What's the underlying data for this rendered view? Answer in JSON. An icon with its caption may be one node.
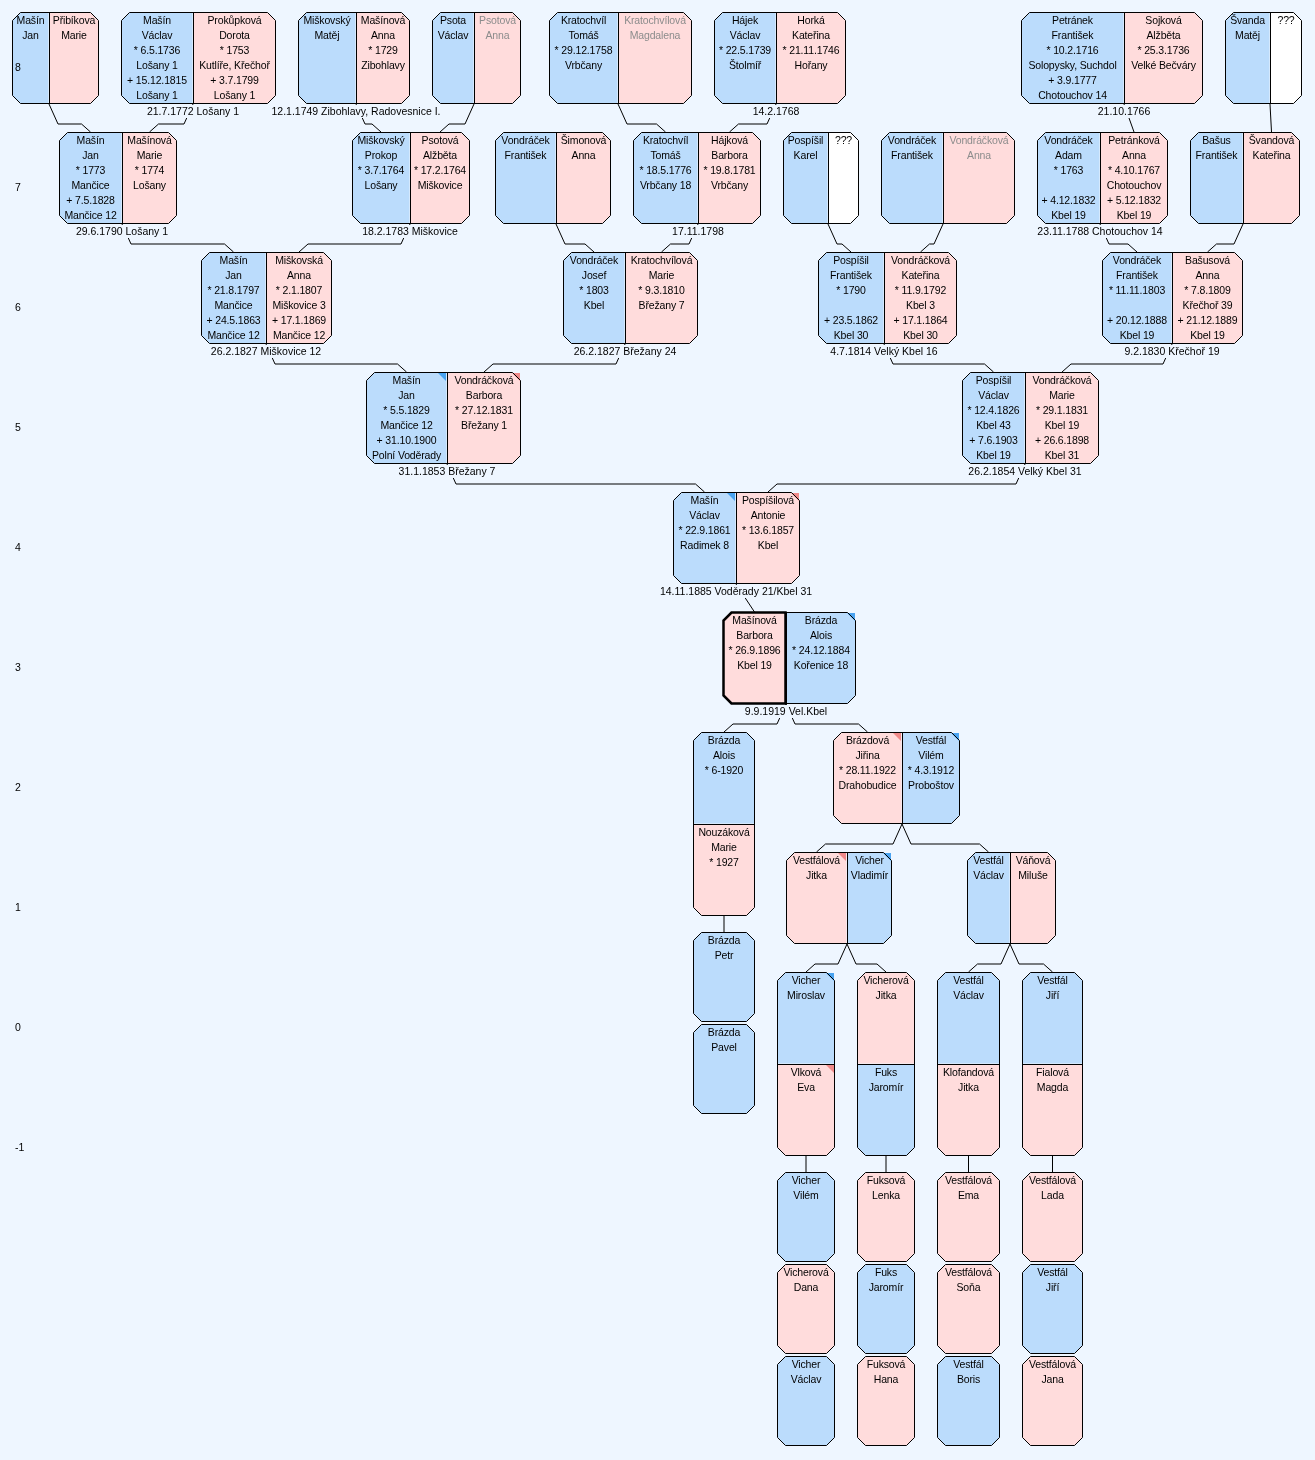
{
  "diagram": {
    "nodes": [
      {
        "text": [],
        "shape": "box"
      },
      {
        "text": [
          "Mašín Jan"
        ],
        "in": 0
      },
      {
        "text": [
          "Přibíkova Marie"
        ],
        "in": 0
      },
      {
        "text": [],
        "shape": "box",
        "beside": [
          "21.7.1772 Lošany 1"
        ]
      },
      {
        "text": [
          "Mašín Václav",
          "* 6.5.1736",
          "Lošany 1",
          "+ 15.12.1815",
          "Lošany 1"
        ],
        "in": 3
      },
      {
        "text": [
          "Prokůpková Dorota",
          "* 1753",
          "Kutlíře, Křečhoř",
          "+ 3.7.1799",
          "Lošany 1"
        ],
        "in": 3
      },
      {
        "text": [],
        "shape": "box",
        "beside": [
          "12.1.1749 Zibohlavy, Radovesnice I."
        ]
      },
      {
        "text": [
          "Miškovský Matěj"
        ],
        "in": 6
      },
      {
        "text": [
          "Mašínová Anna",
          "* 1729",
          "Zibohlavy"
        ],
        "in": 6
      },
      {
        "text": [],
        "shape": "box"
      },
      {
        "text": [
          "Psota Václav"
        ],
        "in": 9
      },
      {
        "text": [
          "Psotová Anna"
        ],
        "in": 9
      },
      {
        "text": [],
        "shape": "box"
      },
      {
        "text": [
          "Kratochvíl Tomáš",
          "* 29.12.1758",
          "Vrbčany"
        ],
        "in": 12
      },
      {
        "text": [
          "Kratochvílová Magdalena"
        ],
        "in": 12
      },
      {
        "text": [],
        "shape": "box",
        "beside": [
          "14.2.1768"
        ]
      },
      {
        "text": [
          "Hájek Václav",
          "* 22.5.1739",
          "Štolmíř"
        ],
        "in": 15
      },
      {
        "text": [
          "Horká Kateřina",
          "* 21.11.1746",
          "Hořany"
        ],
        "in": 15
      },
      {
        "text": [],
        "shape": "box",
        "beside": [
          "21.10.1766"
        ]
      },
      {
        "text": [
          "Petránek František",
          "* 10.2.1716",
          "Solopysky, Suchdol",
          "+ 3.9.1777",
          "Chotouchov 14"
        ],
        "in": 18
      },
      {
        "text": [
          "Sojková Alžběta",
          "* 25.3.1736",
          "Velké Bečváry"
        ],
        "in": 18
      },
      {
        "text": [],
        "shape": "box"
      },
      {
        "text": [
          "Švanda Matěj"
        ],
        "in": 21
      },
      {
        "text": [
          "???"
        ],
        "in": 21
      },
      {
        "text": [],
        "shape": "box",
        "beside": [
          "29.6.1790 Lošany 1"
        ]
      },
      {
        "text": [
          "Mašín Jan",
          "* 1773",
          "Mančice",
          "+ 7.5.1828",
          "Mančice 12"
        ],
        "in": 24
      },
      {
        "text": [
          "Mašínová Marie",
          "* 1774",
          "Lošany"
        ],
        "in": 24
      },
      {
        "text": [],
        "shape": "box",
        "beside": [
          "18.2.1783 Miškovice"
        ]
      },
      {
        "text": [
          "Miškovský Prokop",
          "* 3.7.1764",
          "Lošany"
        ],
        "in": 27
      },
      {
        "text": [
          "Psotová Alžběta",
          "* 17.2.1764",
          "Miškovice"
        ],
        "in": 27
      },
      {
        "text": [],
        "shape": "box"
      },
      {
        "text": [
          "Vondráček František"
        ],
        "in": 30
      },
      {
        "text": [
          "Šimonová Anna"
        ],
        "in": 30
      },
      {
        "text": [],
        "shape": "box",
        "beside": [
          "17.11.1798"
        ]
      },
      {
        "text": [
          "Kratochvíl Tomáš",
          "* 18.5.1776",
          "Vrbčany 18"
        ],
        "in": 33
      },
      {
        "text": [
          "Hájková Barbora",
          "* 19.8.1781",
          "Vrbčany"
        ],
        "in": 33
      },
      {
        "text": [],
        "shape": "box"
      },
      {
        "text": [
          "Pospíšil Karel"
        ],
        "in": 36
      },
      {
        "text": [
          "???"
        ],
        "in": 36
      },
      {
        "text": [],
        "shape": "box"
      },
      {
        "text": [
          "Vondráček František"
        ],
        "in": 39
      },
      {
        "text": [
          "Vondráčková Anna"
        ],
        "in": 39
      },
      {
        "text": [],
        "shape": "box",
        "beside": [
          "23.11.1788 Chotouchov 14"
        ]
      },
      {
        "text": [
          "Vondráček Adam",
          "* 1763",
          "+ 4.12.1832",
          "Kbel 19"
        ],
        "in": 42
      },
      {
        "text": [
          "Petránková Anna",
          "* 4.10.1767",
          "Chotouchov",
          "+ 5.12.1832",
          "Kbel 19"
        ],
        "in": 42
      },
      {
        "text": [],
        "shape": "box"
      },
      {
        "text": [
          "Bašus František"
        ],
        "in": 45
      },
      {
        "text": [
          "Švandová Kateřina"
        ],
        "in": 45
      },
      {
        "text": [],
        "shape": "box",
        "beside": [
          "26.2.1827 Miškovice 12"
        ]
      },
      {
        "text": [
          "Mašín Jan",
          "* 21.8.1797",
          "Mančice",
          "+ 24.5.1863",
          "Mančice 12"
        ],
        "in": 48
      },
      {
        "text": [
          "Miškovská Anna",
          "* 2.1.1807",
          "Miškovice 3",
          "+ 17.1.1869",
          "Mančice 12"
        ],
        "in": 48
      },
      {
        "text": [],
        "shape": "box",
        "beside": [
          "26.2.1827 Břežany 24"
        ]
      },
      {
        "text": [
          "Vondráček Josef",
          "* 1803",
          "Kbel"
        ],
        "in": 51
      },
      {
        "text": [
          "Kratochvílová Marie",
          "* 9.3.1810",
          "Břežany 7"
        ],
        "in": 51
      },
      {
        "text": [],
        "shape": "box",
        "beside": [
          "4.7.1814 Velký Kbel 16"
        ]
      },
      {
        "text": [
          "Pospíšil František",
          "* 1790",
          "+ 23.5.1862",
          "Kbel 30"
        ],
        "in": 54
      },
      {
        "text": [
          "Vondráčková Kateřina",
          "* 11.9.1792",
          "Kbel 3",
          "+ 17.1.1864",
          "Kbel 30"
        ],
        "in": 54
      },
      {
        "text": [],
        "shape": "box",
        "beside": [
          "9.2.1830 Křečhoř 19"
        ]
      },
      {
        "text": [
          "Vondráček František",
          "* 11.11.1803",
          "+ 20.12.1888",
          "Kbel 19"
        ],
        "in": 57
      },
      {
        "text": [
          "Bašusová Anna",
          "* 7.8.1809",
          "Křečhoř 39",
          "+ 21.12.1889",
          "Kbel 19"
        ],
        "in": 57
      },
      {
        "text": [],
        "shape": "box",
        "beside": [
          "31.1.1853 Břežany 7"
        ]
      },
      {
        "text": [
          "Mašín Jan",
          "* 5.5.1829",
          "Mančice 12",
          "+ 31.10.1900",
          "Polní Voděrady"
        ],
        "in": 60
      },
      {
        "text": [
          "Vondráčková Barbora",
          "* 27.12.1831",
          "Břežany 1"
        ],
        "in": 60
      },
      {
        "text": [],
        "shape": "box",
        "beside": [
          "26.2.1854 Velký Kbel 31"
        ]
      },
      {
        "text": [
          "Pospíšil Václav",
          "* 12.4.1826",
          "Kbel 43",
          "+ 7.6.1903",
          "Kbel 19"
        ],
        "in": 63
      },
      {
        "text": [
          "Vondráčková Marie",
          "* 29.1.1831",
          "Kbel 19",
          "+ 26.6.1898",
          "Kbel 31"
        ],
        "in": 63
      },
      {
        "text": [],
        "shape": "box",
        "beside": [
          "14.11.1885 Voděrady 21/Kbel 31"
        ]
      },
      {
        "text": [
          "Mašín Václav",
          "* 22.9.1861",
          "Radimek 8"
        ],
        "in": 66
      },
      {
        "text": [
          "Pospíšilová Antonie",
          "* 13.6.1857",
          "Kbel"
        ],
        "in": 66
      },
      {
        "text": [],
        "shape": "box",
        "beside": [
          "9.9.1919 Vel.Kbel"
        ]
      },
      {
        "text": [
          "Mašínová Barbora",
          "* 26.9.1896",
          "Kbel 19"
        ],
        "in": 69
      },
      {
        "text": [
          "Brázda Alois",
          "* 24.12.1884",
          "Kořenice 18"
        ],
        "in": 69
      },
      {
        "text": [],
        "shape": "box"
      },
      {
        "text": [
          "Brázda Alois",
          "* 6-1920"
        ],
        "in": 72
      },
      {
        "text": [
          "Nouzáková Marie",
          "* 1927"
        ],
        "in": 72
      },
      {
        "text": [],
        "shape": "box"
      },
      {
        "text": [
          "Brázdová Jiřina",
          "* 28.11.1922",
          "Drahobudice"
        ],
        "in": 75
      },
      {
        "text": [
          "Vestfál Vilém",
          "* 4.3.1912",
          "Proboštov"
        ],
        "in": 75
      },
      {
        "text": [
          "Brázda Petr"
        ]
      },
      {
        "text": [
          "Brázda Pavel"
        ]
      },
      {
        "text": [],
        "shape": "box"
      },
      {
        "text": [
          "Vestfálová Jitka"
        ],
        "in": 80
      },
      {
        "text": [
          "Vicher Vladimír"
        ],
        "in": 80
      },
      {
        "text": [],
        "shape": "box"
      },
      {
        "text": [
          "Vestfál Václav"
        ],
        "in": 83
      },
      {
        "text": [
          "Váňová Miluše"
        ],
        "in": 83
      },
      {
        "text": [],
        "shape": "box"
      },
      {
        "text": [
          "Vicher Miroslav"
        ],
        "in": 86
      },
      {
        "text": [
          "Vlková Eva"
        ],
        "in": 86
      },
      {
        "text": [],
        "shape": "box"
      },
      {
        "text": [
          "Vicherová Jitka"
        ],
        "in": 89
      },
      {
        "text": [
          "Fuks Jaromír"
        ],
        "in": 89
      },
      {
        "text": [],
        "shape": "box"
      },
      {
        "text": [
          "Vestfál Václav"
        ],
        "in": 92
      },
      {
        "text": [
          "Klofandová Jitka"
        ],
        "in": 92
      },
      {
        "text": [],
        "shape": "box"
      },
      {
        "text": [
          "Vestfál Jiří"
        ],
        "in": 95
      },
      {
        "text": [
          "Fialová Magda"
        ],
        "in": 95
      },
      {
        "text": [
          "Vicher Vilém"
        ]
      },
      {
        "text": [
          "Vicherová Dana"
        ]
      },
      {
        "text": [
          "Vicher Václav"
        ]
      },
      {
        "text": [
          "Fuksová Lenka"
        ]
      },
      {
        "text": [
          "Fuks Jaromír"
        ]
      },
      {
        "text": [
          "Fuksová Hana"
        ]
      },
      {
        "text": [
          "Vestfálová Ema"
        ]
      },
      {
        "text": [
          "Vestfálová Soňa"
        ]
      },
      {
        "text": [
          "Vestfál Boris"
        ]
      },
      {
        "text": [
          "Vestfálová Lada"
        ]
      },
      {
        "text": [
          "Vestfál Jiří"
        ]
      },
      {
        "text": [
          "Vestfálová Jana"
        ]
      }
    ],
    "edges": [
      {
        "from": 0,
        "to": 25,
        "arrow": "none"
      },
      {
        "from": 3,
        "to": 26,
        "arrow": "none"
      },
      {
        "from": 6,
        "to": 28,
        "arrow": "none"
      },
      {
        "from": 9,
        "to": 29,
        "arrow": "none"
      },
      {
        "from": 12,
        "to": 34,
        "arrow": "none"
      },
      {
        "from": 15,
        "to": 35,
        "arrow": "none"
      },
      {
        "from": 18,
        "to": 44,
        "arrow": "none"
      },
      {
        "from": 21,
        "to": 47,
        "arrow": "none"
      },
      {
        "from": 24,
        "to": 49,
        "arrow": "none"
      },
      {
        "from": 27,
        "to": 50,
        "arrow": "none"
      },
      {
        "from": 30,
        "to": 52,
        "arrow": "none"
      },
      {
        "from": 33,
        "to": 53,
        "arrow": "none"
      },
      {
        "from": 36,
        "to": 55,
        "arrow": "none"
      },
      {
        "from": 39,
        "to": 56,
        "arrow": "none"
      },
      {
        "from": 42,
        "to": 58,
        "arrow": "none"
      },
      {
        "from": 45,
        "to": 59,
        "arrow": "none"
      },
      {
        "from": 48,
        "to": 61,
        "arrow": "none"
      },
      {
        "from": 51,
        "to": 62,
        "arrow": "none"
      },
      {
        "from": 54,
        "to": 64,
        "arrow": "none"
      },
      {
        "from": 57,
        "to": 65,
        "arrow": "none"
      },
      {
        "from": 60,
        "to": 67,
        "arrow": "none"
      },
      {
        "from": 63,
        "to": 68,
        "arrow": "none"
      },
      {
        "from": 66,
        "to": 70,
        "arrow": "none"
      },
      {
        "from": 69,
        "to": 73,
        "arrow": "none"
      },
      {
        "from": 69,
        "to": 76,
        "arrow": "none"
      },
      {
        "from": 72,
        "to": 78,
        "arrow": "none"
      },
      {
        "from": 75,
        "to": 81,
        "arrow": "none"
      },
      {
        "from": 75,
        "to": 84,
        "arrow": "none"
      },
      {
        "from": 80,
        "to": 87,
        "arrow": "none"
      },
      {
        "from": 80,
        "to": 90,
        "arrow": "none"
      },
      {
        "from": 83,
        "to": 93,
        "arrow": "none"
      },
      {
        "from": 83,
        "to": 96,
        "arrow": "none"
      },
      {
        "from": 86,
        "to": 98,
        "arrow": "none"
      },
      {
        "from": 89,
        "to": 101,
        "arrow": "none"
      },
      {
        "from": 92,
        "to": 104,
        "arrow": "none"
      },
      {
        "from": 95,
        "to": 107,
        "arrow": "none"
      }
    ],
    "labels": [
      "8",
      "7",
      "6",
      "5",
      "4",
      "3",
      "2",
      "1",
      "0",
      "-1"
    ]
  }
}
